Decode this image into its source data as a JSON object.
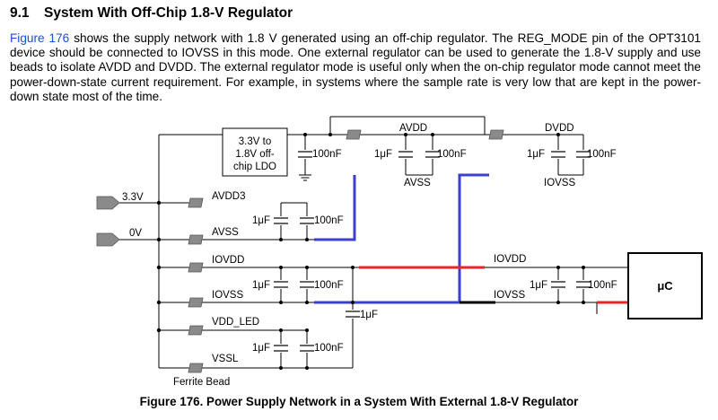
{
  "section": {
    "number": "9.1",
    "title": "System With Off-Chip 1.8-V Regulator"
  },
  "paragraph": {
    "link_text": "Figure 176",
    "body": " shows the supply network with 1.8 V generated using an off-chip regulator. The REG_MODE pin of the OPT3101 device should be connected to IOVSS in this mode. One external regulator can be used to generate the 1.8-V supply and use beads to isolate AVDD and DVDD. The external regulator mode is useful only when the on-chip regulator mode cannot meet the power-down-state current requirement. For example, in systems where the sample rate is very low that are kept in the power-down state most of the time."
  },
  "diagram": {
    "ldo_box": [
      "3.3V to",
      "1.8V off-",
      "chip LDO"
    ],
    "inputs": {
      "v33": "3.3V",
      "v0": "0V"
    },
    "pins": [
      "AVDD3",
      "AVSS",
      "IOVDD",
      "IOVSS",
      "VDD_LED",
      "VSSL"
    ],
    "rails": {
      "avdd": "AVDD",
      "avss": "AVSS",
      "dvdd": "DVDD",
      "iovss_top": "IOVSS",
      "iovdd_right": "IOVDD",
      "iovss_right": "IOVSS"
    },
    "caps": {
      "c1u": "1μF",
      "c100n": "100nF"
    },
    "mcu": "μC",
    "ferrite_bead": "Ferrite Bead",
    "colors": {
      "blue": "#3a3fd0",
      "red": "#e8252b",
      "bead": "#8a8a8a"
    }
  },
  "caption": "Figure 176.  Power Supply Network in a System With External 1.8-V Regulator"
}
